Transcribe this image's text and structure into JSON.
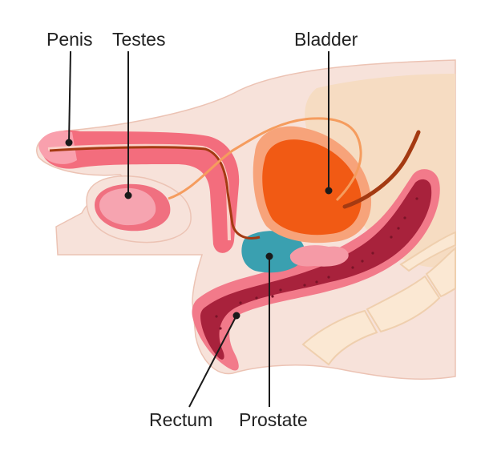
{
  "labels": {
    "penis": "Penis",
    "testes": "Testes",
    "bladder": "Bladder",
    "rectum": "Rectum",
    "prostate": "Prostate"
  },
  "colors": {
    "skin": "#f7e2da",
    "skin_outline": "#ecc3b4",
    "pelvis": "#f6dcc2",
    "bone": "#fbe8d3",
    "bone_outline": "#efcfae",
    "penis_tissue": "#f36d7d",
    "urethra": "#fbd0c8",
    "duct": "#a43a12",
    "bladder_outer": "#f7a37a",
    "bladder_inner": "#f15a14",
    "prostate": "#3aa0b0",
    "seminal_vesicle": "#f59aa6",
    "rectum_outer": "#f27a8a",
    "rectum_inner": "#a8223c",
    "vas": "#f59c5e",
    "leader_line": "#1a1a1a",
    "text": "#222222"
  }
}
